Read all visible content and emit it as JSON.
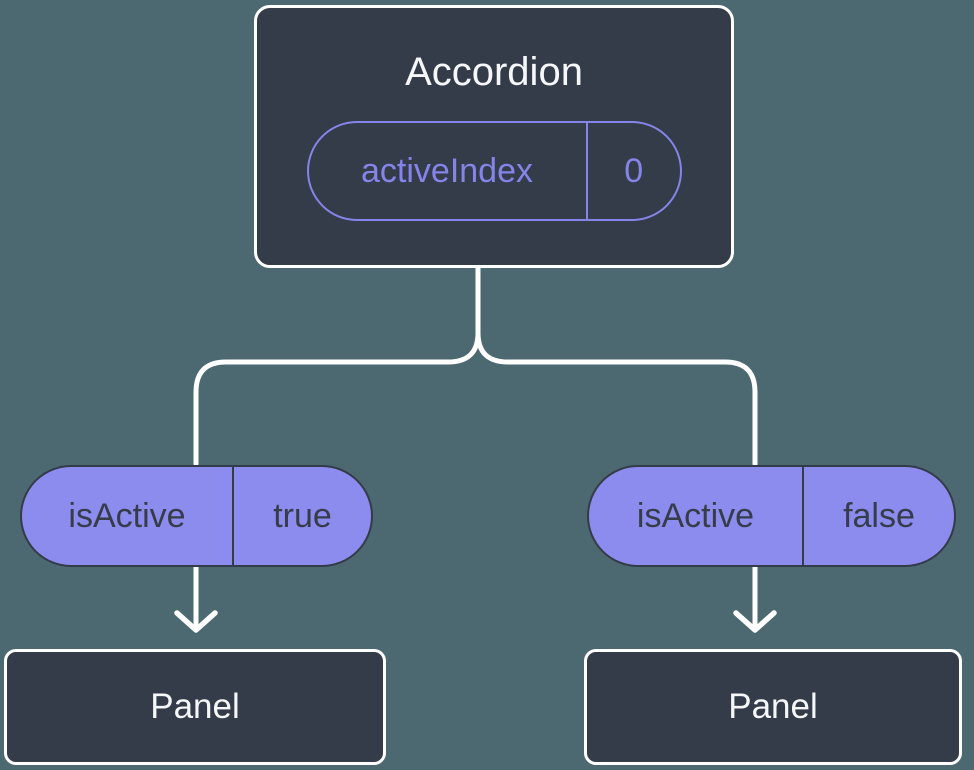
{
  "colors": {
    "background": "#4c6972",
    "node_fill": "#343b49",
    "node_border": "#ffffff",
    "title_text": "#f6f7f9",
    "purple": "#8584e8",
    "pill_fill": "#8b8ced",
    "pill_border": "#343b49",
    "pill_text": "#363c4a",
    "connector": "#ffffff"
  },
  "diagram": {
    "root": {
      "title": "Accordion",
      "state": {
        "name": "activeIndex",
        "value": "0"
      }
    },
    "children": [
      {
        "prop": {
          "name": "isActive",
          "value": "true"
        },
        "node": {
          "title": "Panel"
        }
      },
      {
        "prop": {
          "name": "isActive",
          "value": "false"
        },
        "node": {
          "title": "Panel"
        }
      }
    ]
  }
}
